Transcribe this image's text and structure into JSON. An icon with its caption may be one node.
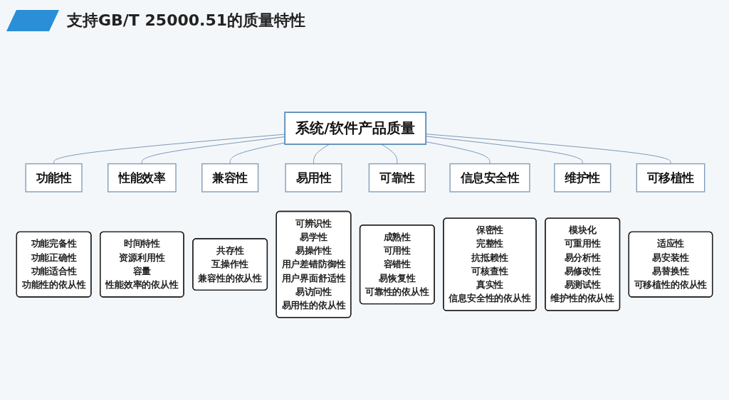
{
  "diagram": {
    "title": "支持GB/T 25000.51的质量特性",
    "nodes": [
      {
        "text": [
          "系统/软件产品质量"
        ]
      },
      {
        "text": [
          "功能性"
        ]
      },
      {
        "text": [
          "性能效率"
        ]
      },
      {
        "text": [
          "兼容性"
        ]
      },
      {
        "text": [
          "易用性"
        ]
      },
      {
        "text": [
          "可靠性"
        ]
      },
      {
        "text": [
          "信息安全性"
        ]
      },
      {
        "text": [
          "维护性"
        ]
      },
      {
        "text": [
          "可移植性"
        ]
      },
      {
        "text": [
          "功能完备性",
          "功能正确性",
          "功能适合性",
          "功能性的依从性"
        ]
      },
      {
        "text": [
          "时间特性",
          "资源利用性",
          "容量",
          "性能效率的依从性"
        ]
      },
      {
        "text": [
          "共存性",
          "互操作性",
          "兼容性的依从性"
        ]
      },
      {
        "text": [
          "可辨识性",
          "易学性",
          "易操作性",
          "用户差错防御性",
          "用户界面舒适性",
          "易访问性",
          "易用性的依从性"
        ]
      },
      {
        "text": [
          "成熟性",
          "可用性",
          "容错性",
          "易恢复性",
          "可靠性的依从性"
        ]
      },
      {
        "text": [
          "保密性",
          "完整性",
          "抗抵赖性",
          "可核查性",
          "真实性",
          "信息安全性的依从性"
        ]
      },
      {
        "text": [
          "模块化",
          "可重用性",
          "易分析性",
          "易修改性",
          "易测试性",
          "维护性的依从性"
        ]
      },
      {
        "text": [
          "适应性",
          "易安装性",
          "易替换性",
          "可移植性的依从性"
        ]
      }
    ],
    "edges": [
      {
        "from": 0,
        "to": 1,
        "arrow": "none"
      },
      {
        "from": 0,
        "to": 2,
        "arrow": "none"
      },
      {
        "from": 0,
        "to": 3,
        "arrow": "none"
      },
      {
        "from": 0,
        "to": 4,
        "arrow": "none"
      },
      {
        "from": 0,
        "to": 5,
        "arrow": "none"
      },
      {
        "from": 0,
        "to": 6,
        "arrow": "none"
      },
      {
        "from": 0,
        "to": 7,
        "arrow": "none"
      },
      {
        "from": 0,
        "to": 8,
        "arrow": "none"
      }
    ]
  }
}
